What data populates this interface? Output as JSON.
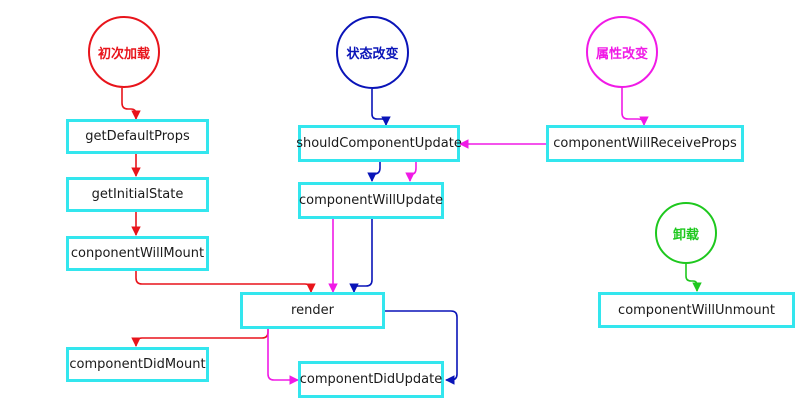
{
  "colors": {
    "box_border": "#33e6ee",
    "red": "#e8141b",
    "blue": "#0a14b8",
    "magenta": "#f01ae6",
    "green": "#1ec81e"
  },
  "circles": {
    "initial_load": "初次加载",
    "state_change": "状态改变",
    "prop_change": "属性改变",
    "unmount": "卸载"
  },
  "nodes": {
    "get_default_props": "getDefaultProps",
    "get_initial_state": "getInitialState",
    "conponent_will_mount": "conponentWillMount",
    "render": "render",
    "component_did_mount": "componentDidMount",
    "should_component_update": "shouldComponentUpdate",
    "component_will_update": "componentWillUpdate",
    "component_did_update": "componentDidUpdate",
    "component_will_receive_props": "componentWillReceiveProps",
    "component_will_unmount": "componentWillUnmount"
  }
}
